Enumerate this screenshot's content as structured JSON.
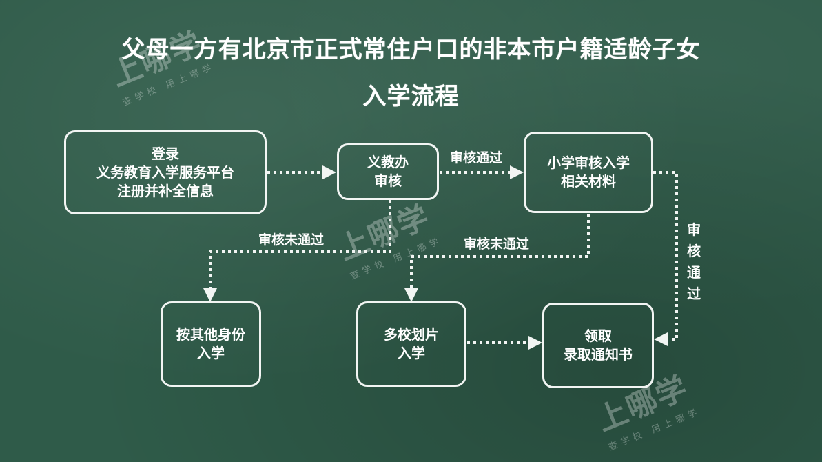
{
  "title": {
    "line1": "父母一方有北京市正式常住户口的非本市户籍适龄子女",
    "line2": "入学流程"
  },
  "nodes": {
    "register": {
      "lines": [
        "登录",
        "义务教育入学服务平台",
        "注册并补全信息"
      ]
    },
    "review": {
      "lines": [
        "义教办",
        "审核"
      ]
    },
    "school_review": {
      "lines": [
        "小学审核入学",
        "相关材料"
      ]
    },
    "other_identity": {
      "lines": [
        "按其他身份",
        "入学"
      ]
    },
    "multi_school": {
      "lines": [
        "多校划片",
        "入学"
      ]
    },
    "notice": {
      "lines": [
        "领取",
        "录取通知书"
      ]
    }
  },
  "edges": {
    "review_pass": "审核通过",
    "review_fail_1": "审核未通过",
    "review_fail_2": "审核未通过",
    "review_pass_vertical": "审核通过"
  },
  "watermark": {
    "brand": "上哪学",
    "slogan": "查学校 用上哪学"
  },
  "colors": {
    "background": "#2f5b49",
    "stroke": "#f2f5f3"
  }
}
